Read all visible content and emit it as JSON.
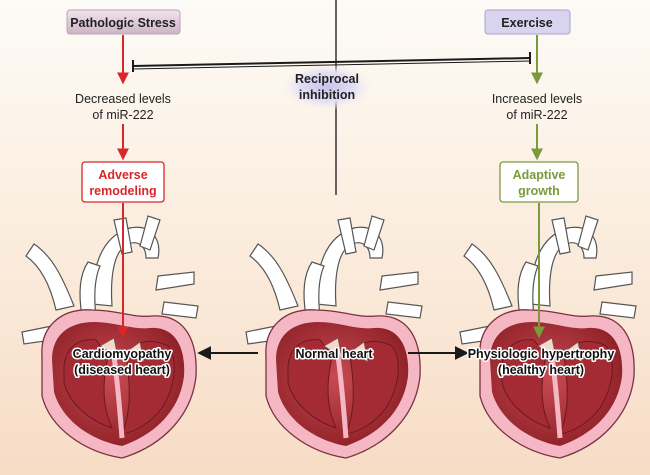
{
  "left_pathway": {
    "trigger": "Pathologic Stress",
    "effect_line1": "Decreased levels",
    "effect_line2": "of miR-222",
    "outcome_line1": "Adverse",
    "outcome_line2": "remodeling",
    "color": "#d9262b"
  },
  "right_pathway": {
    "trigger": "Exercise",
    "effect_line1": "Increased levels",
    "effect_line2": "of miR-222",
    "outcome_line1": "Adaptive",
    "outcome_line2": "growth",
    "color": "#7a9a3c"
  },
  "inhibition": {
    "line1": "Reciprocal",
    "line2": "inhibition"
  },
  "hearts": {
    "left_line1": "Cardiomyopathy",
    "left_line2": "(diseased heart)",
    "center": "Normal heart",
    "right_line1": "Physiologic hypertrophy",
    "right_line2": "(healthy heart)"
  },
  "colors": {
    "heart_red": "#b8323a",
    "heart_pink": "#f4b7c3",
    "vessel_fill": "#ffffff",
    "arrow": "#1a1a1a"
  }
}
